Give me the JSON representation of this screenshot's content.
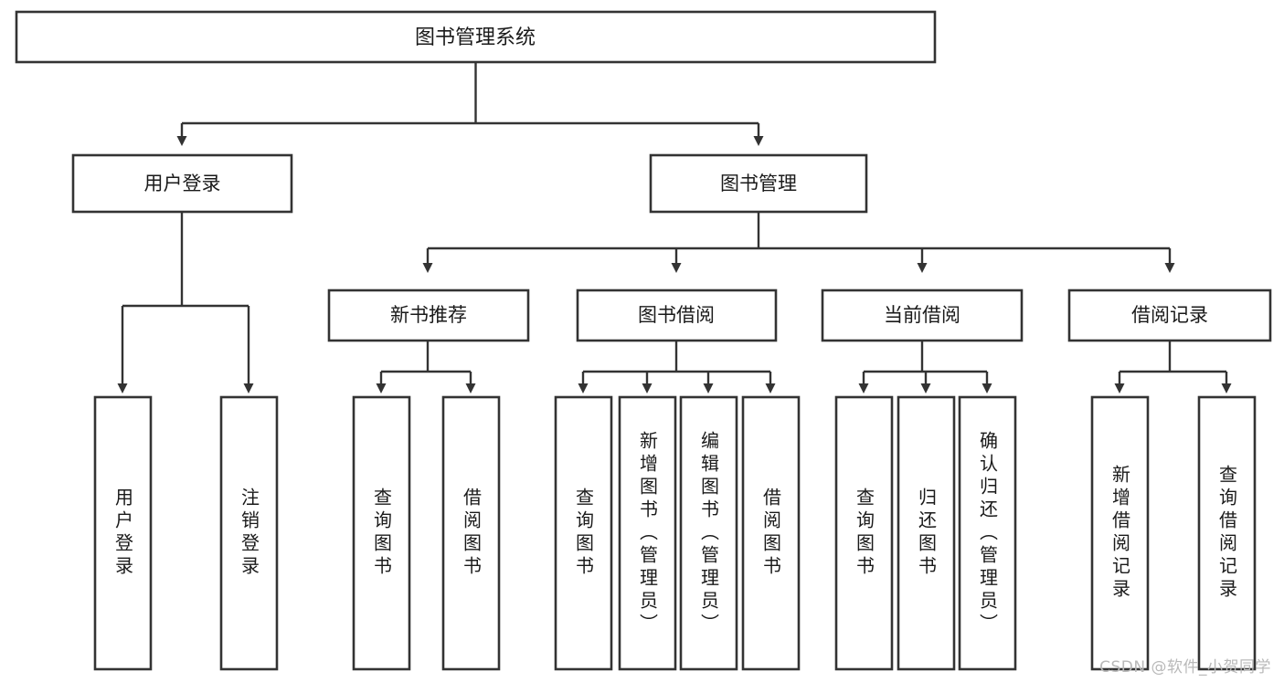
{
  "diagram": {
    "title": "图书管理系统",
    "type": "tree",
    "orientation": "top-down",
    "colors": {
      "box_fill": "#ffffff",
      "box_stroke": "#333333",
      "text": "#1a1a1a",
      "connector": "#333333",
      "background": "#ffffff",
      "watermark": "#b9b9b9"
    },
    "root": {
      "id": "root",
      "label": "图书管理系统"
    },
    "level2": [
      {
        "id": "user-login",
        "label": "用户登录"
      },
      {
        "id": "book-manage",
        "label": "图书管理"
      }
    ],
    "level3": [
      {
        "id": "new-book-rec",
        "label": "新书推荐",
        "parent": "book-manage"
      },
      {
        "id": "book-borrow",
        "label": "图书借阅",
        "parent": "book-manage"
      },
      {
        "id": "current-borrow",
        "label": "当前借阅",
        "parent": "book-manage"
      },
      {
        "id": "borrow-record",
        "label": "借阅记录",
        "parent": "book-manage"
      }
    ],
    "leaves": [
      {
        "id": "leaf-user-login",
        "label": "用户登录",
        "parent": "user-login"
      },
      {
        "id": "leaf-user-logout",
        "label": "注销登录",
        "parent": "user-login"
      },
      {
        "id": "leaf-query-book-rec",
        "label": "查询图书",
        "parent": "new-book-rec"
      },
      {
        "id": "leaf-borrow-book-rec",
        "label": "借阅图书",
        "parent": "new-book-rec"
      },
      {
        "id": "leaf-query-book-borrow",
        "label": "查询图书",
        "parent": "book-borrow"
      },
      {
        "id": "leaf-add-book",
        "label": "新增图书（管理员）",
        "parent": "book-borrow"
      },
      {
        "id": "leaf-edit-book",
        "label": "编辑图书（管理员）",
        "parent": "book-borrow"
      },
      {
        "id": "leaf-borrow-book",
        "label": "借阅图书",
        "parent": "book-borrow"
      },
      {
        "id": "leaf-query-book-cur",
        "label": "查询图书",
        "parent": "current-borrow"
      },
      {
        "id": "leaf-return-book",
        "label": "归还图书",
        "parent": "current-borrow"
      },
      {
        "id": "leaf-confirm-return",
        "label": "确认归还（管理员）",
        "parent": "current-borrow"
      },
      {
        "id": "leaf-add-record",
        "label": "新增借阅记录",
        "parent": "borrow-record"
      },
      {
        "id": "leaf-query-record",
        "label": "查询借阅记录",
        "parent": "borrow-record"
      }
    ]
  },
  "watermark": {
    "text": "CSDN @软件_小贺同学"
  }
}
